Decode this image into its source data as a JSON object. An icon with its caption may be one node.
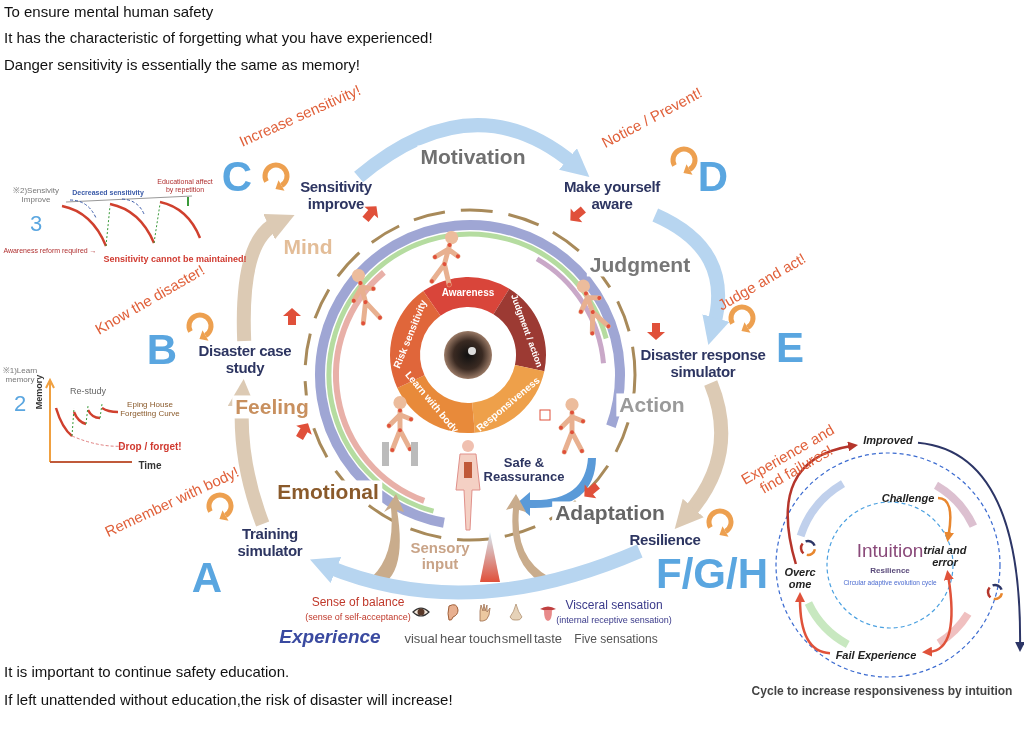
{
  "diagram": {
    "nodes": [
      {
        "text": [
          "Training simulator"
        ]
      },
      {
        "text": [
          "Disaster case study"
        ]
      },
      {
        "text": [
          "Sensitivity improve"
        ]
      },
      {
        "text": [
          "Make yourself aware"
        ]
      },
      {
        "text": [
          "Disaster response simulator"
        ]
      },
      {
        "text": [
          "Resilience"
        ]
      },
      {
        "text": [
          "Improved"
        ]
      },
      {
        "text": [
          "Challenge"
        ]
      },
      {
        "text": [
          "trial and error"
        ]
      },
      {
        "text": [
          "Fail Experience"
        ]
      },
      {
        "text": [
          "Overc ome"
        ]
      }
    ],
    "edges": [
      {
        "from": 0,
        "to": 1,
        "arrow": "to"
      },
      {
        "from": 1,
        "to": 2,
        "arrow": "to"
      },
      {
        "from": 2,
        "to": 3,
        "arrow": "to",
        "color": "#b7d5f0"
      },
      {
        "from": 3,
        "to": 4,
        "arrow": "to",
        "color": "#b7d5f0"
      },
      {
        "from": 4,
        "to": 5,
        "arrow": "to"
      },
      {
        "from": 5,
        "to": 0,
        "arrow": "to",
        "color": "#b7d5f0"
      },
      {
        "from": 10,
        "to": 6,
        "arrow": "to",
        "color": "#b5352b"
      },
      {
        "from": 7,
        "to": 8,
        "arrow": "to",
        "color": "#e8872f"
      },
      {
        "from": 8,
        "to": 9,
        "arrow": "both",
        "color": "#e0523a"
      },
      {
        "from": 9,
        "to": 10,
        "arrow": "to",
        "color": "#e0523a"
      },
      {
        "from": 6,
        "to": null,
        "arrow": "to",
        "color": "#2c3566"
      }
    ],
    "labels": [
      "To ensure mental human safety",
      "It has the characteristic of forgetting what you have experienced!",
      "Danger sensitivity is essentially the same as memory!",
      "Increase sensitivity!",
      "Motivation",
      "Notice / Prevent!",
      "C",
      "D",
      "※2)Sensivity Improve",
      "3",
      "Decreased sensitivity",
      "Educational affect by repetition",
      "Awareness reform required →",
      "Sensitivity cannot be maintained!",
      "Mind",
      "Judgment",
      "Know the disaster!",
      "Judge and act!",
      "Awareness",
      "Risk sensitivity",
      "Judgment / action",
      "B",
      "E",
      "Feeling",
      "Learn with body",
      "Responsiveness",
      "Action",
      "※1)Learn memory",
      "2",
      "Memory",
      "Re-study",
      "Eping House Forgetting Curve",
      "Drop / forget!",
      "Time",
      "Safe & Reassurance",
      "Experience and find failures!",
      "Remember with body!",
      "Emotional",
      "Adaptation",
      "Sensory input",
      "A",
      "F/G/H",
      "Intuition",
      "Resilience",
      "Circular adaptive evolution cycle",
      "Sense of balance",
      "(sense of self-acceptance)",
      "Visceral sensation",
      "(internal receptive sensation)",
      "Experience",
      "visual",
      "hear",
      "touch",
      "smell",
      "taste",
      "Five sensations",
      "It is important to continue safety education.",
      "If left unattended without education,the risk of disaster will increase!",
      "Cycle to increase responsiveness by intuition"
    ]
  }
}
